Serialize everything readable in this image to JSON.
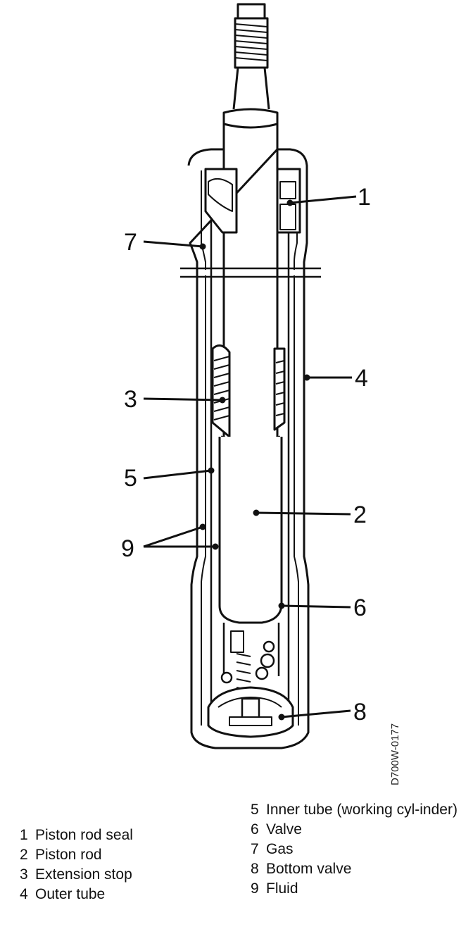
{
  "callouts": [
    {
      "num": "1"
    },
    {
      "num": "2"
    },
    {
      "num": "3"
    },
    {
      "num": "4"
    },
    {
      "num": "5"
    },
    {
      "num": "6"
    },
    {
      "num": "7"
    },
    {
      "num": "8"
    },
    {
      "num": "9"
    }
  ],
  "drawing_code": "D700W-0177",
  "legend": [
    {
      "num": "1",
      "label": "Piston rod seal"
    },
    {
      "num": "2",
      "label": "Piston rod"
    },
    {
      "num": "3",
      "label": "Extension stop"
    },
    {
      "num": "4",
      "label": "Outer tube"
    },
    {
      "num": "5",
      "label": "Inner tube (working cyl-inder)"
    },
    {
      "num": "6",
      "label": "Valve"
    },
    {
      "num": "7",
      "label": "Gas"
    },
    {
      "num": "8",
      "label": "Bottom valve"
    },
    {
      "num": "9",
      "label": "Fluid"
    }
  ]
}
